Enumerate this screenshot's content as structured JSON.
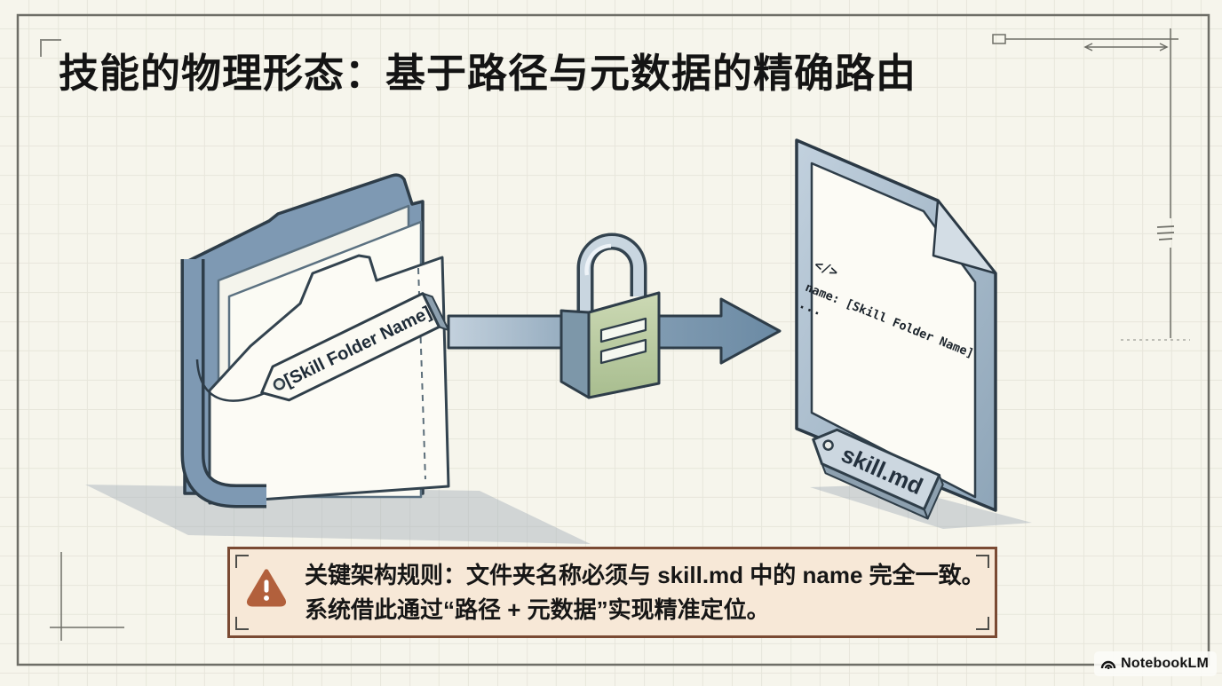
{
  "title": {
    "text": "技能的物理形态：基于路径与元数据的精确路由"
  },
  "diagram": {
    "folder": {
      "tag_label": "[Skill Folder Name]"
    },
    "lock": {
      "meaning": "match-lock-icon"
    },
    "document": {
      "code_glyph": "</>",
      "name_line": "name: [Skill Folder Name]",
      "ellipsis": "...",
      "tag_label": "skill.md"
    }
  },
  "warning": {
    "line1": "关键架构规则：文件夹名称必须与 skill.md 中的 name 完全一致。",
    "line2": "系统借此通过“路径 + 元数据”实现精准定位。"
  },
  "watermark": {
    "label": "NotebookLM"
  },
  "colors": {
    "background": "#f6f5ec",
    "grid_line": "#e7e6db",
    "outline": "#2e3d49",
    "folder_blue": "#7e99b3",
    "paper_white": "#fbfaf4",
    "lock_green": "#c3d2ab",
    "lock_side_blue": "#7d97a9",
    "arrow_blue": "#7795ad",
    "warning_bg": "#f7e8d7",
    "warning_border": "#7a4a33",
    "warning_icon": "#b2603c",
    "frame_gray": "#6e6e67"
  }
}
